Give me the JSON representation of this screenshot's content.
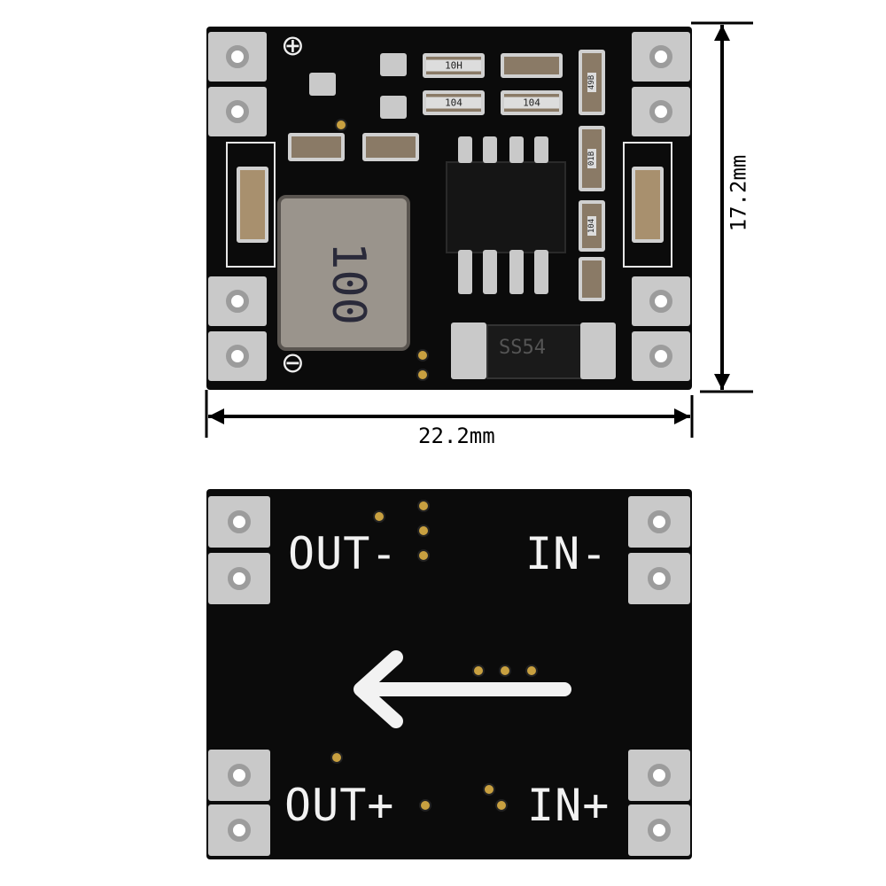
{
  "dimensions": {
    "width_label": "22.2mm",
    "height_label": "17.2mm"
  },
  "front": {
    "inductor_marking": "100",
    "resistor_markings": [
      "10H",
      "104",
      "104"
    ],
    "side_resistor_markings": [
      "49B",
      "01B",
      "104"
    ],
    "diode_marking": "SS54",
    "plus_symbol": "⊕",
    "minus_symbol": "⊖"
  },
  "back": {
    "out_minus": "OUT-",
    "in_minus": "IN-",
    "out_plus": "OUT+",
    "in_plus": "IN+"
  },
  "colors": {
    "pcb": "#0b0b0b",
    "silkscreen": "#f2f2f2",
    "pads": "#c9c9c9"
  }
}
